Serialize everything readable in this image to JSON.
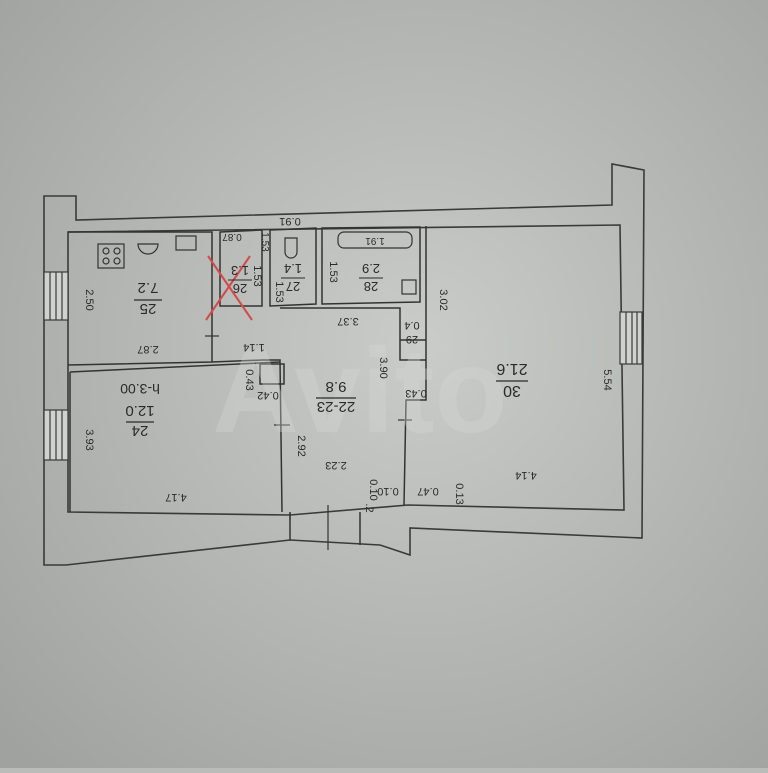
{
  "plan": {
    "top_dims": [
      "0.91",
      "0.87",
      "1.53",
      "1.91"
    ],
    "rooms": [
      {
        "number": "25",
        "area": "7.2"
      },
      {
        "number": "26",
        "area": "1.3"
      },
      {
        "number": "27",
        "area": "1.4"
      },
      {
        "number": "28",
        "area": "2.9"
      },
      {
        "number": "29",
        "area": "0.4"
      },
      {
        "number": "30",
        "area": "21.6"
      },
      {
        "number": "24",
        "area": "12.0"
      },
      {
        "number": "22-23",
        "area": "9.8"
      }
    ],
    "ceiling_height": "h-3.00",
    "dims": {
      "d_2_50": "2.50",
      "d_2_87": "2.87",
      "d_1_53b": "1.53",
      "d_1_53c": "1.53",
      "d_3_37": "3.37",
      "d_3_02": "3.02",
      "d_1_14": "1.14",
      "d_0_43a": "0.43",
      "d_0_42": "0.42",
      "d_3_90": "3.90",
      "d_0_43b": "0.43",
      "d_5_54": "5.54",
      "d_3_93": "3.93",
      "d_2_92": "2.92",
      "d_2_23": "2.23",
      "d_4_17": "4.17",
      "d_0_10": "0.10",
      "d_0_47": "0.47",
      "d_0_13": "0.13",
      "d_4_14": "4.14",
      "d_0_2": ".2"
    },
    "watermark": "Avito"
  }
}
